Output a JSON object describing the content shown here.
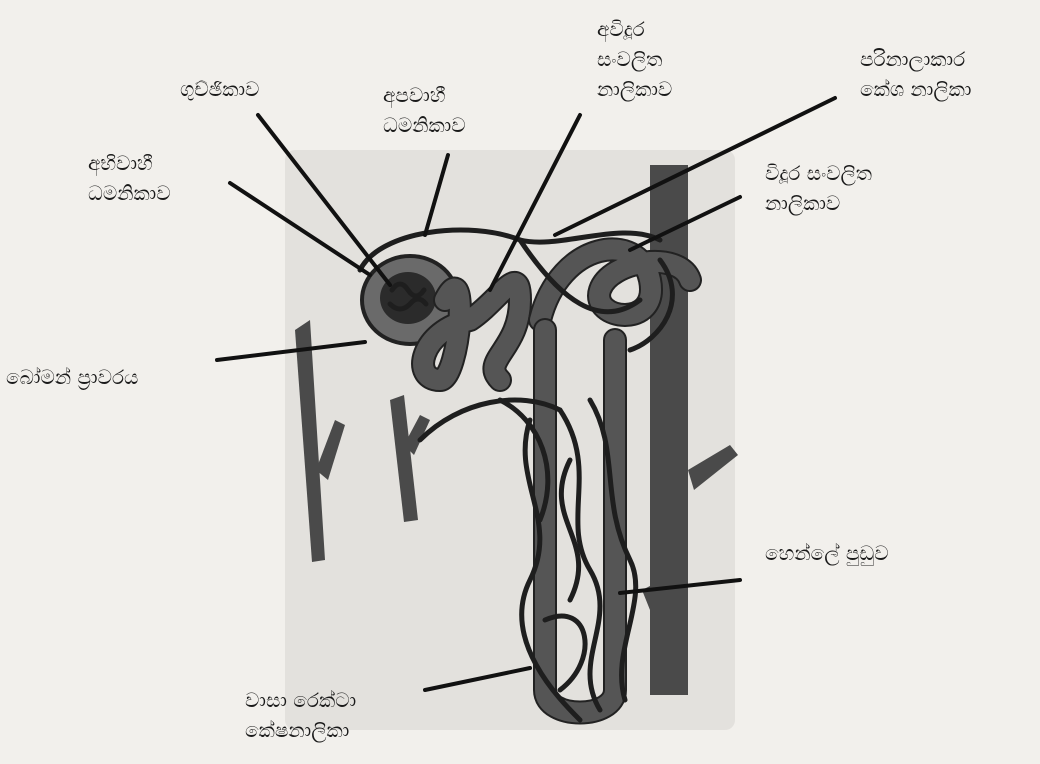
{
  "labels": {
    "glomerulus": "ගුච්ඡිකාව",
    "efferent_arteriole": [
      "අපවාහී",
      "ධමනිකාව"
    ],
    "pct": [
      "අවිදූර",
      "සංවලිත",
      "නාලිකාව"
    ],
    "peritubular": [
      "පරිනාලාකාර",
      "කේශ නාලිකා"
    ],
    "afferent_arteriole": [
      "අභිවාහී",
      "ධමනිකාව"
    ],
    "dct": [
      "විදූර සංවලිත",
      "නාලිකාව"
    ],
    "bowmans_capsule": "බෝමන් ප්‍රාවරය",
    "loop_of_henle": "හෙන්ලේ පුඩුව",
    "vasa_recta": [
      "වාසා රෙක්ටා",
      "කේෂනාලිකා"
    ]
  },
  "colors": {
    "background": "#f2f0ec",
    "vessel": "#4a4a4a",
    "tubule": "#555555",
    "line": "#111111"
  }
}
